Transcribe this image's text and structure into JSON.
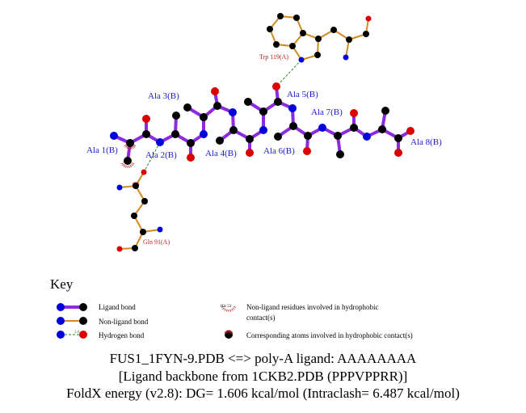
{
  "ligand_residues": [
    "Ala 1(B)",
    "Ala 2(B)",
    "Ala 3(B)",
    "Ala 4(B)",
    "Ala 5(B)",
    "Ala 6(B)",
    "Ala 7(B)",
    "Ala 8(B)"
  ],
  "nonligand_residues": [
    "Trp 119(A)",
    "Gln 91(A)"
  ],
  "key": {
    "title": "Key",
    "ligand_bond": "Ligand bond",
    "nonligand_bond": "Non-ligand bond",
    "hydrogen_bond": "Hydrogen bond",
    "hbond_sample_distance": "3.0",
    "hydrophobic_sample_residue": "His 53",
    "hydrophobic_residues": "Non-ligand residues involved in hydrophobic",
    "hydrophobic_residues_2": "contact(s)",
    "hydrophobic_atoms": "Corresponding atoms involved in hydrophobic contact(s)"
  },
  "footer": {
    "line1": "FUS1_1FYN-9.PDB <=> poly-A ligand: AAAAAAAA",
    "line2": "[Ligand backbone from 1CKB2.PDB (PPPVPPRR)]",
    "line3": "FoldX energy (v2.8): DG= 1.606 kcal/mol (Intraclash= 6.487 kcal/mol)"
  },
  "colors": {
    "ligand_bond": "#8a2be2",
    "nonligand_bond": "#d08a20",
    "carbon": "#000000",
    "nitrogen": "#0000dd",
    "oxygen": "#dd0000",
    "hbond": "#2a8a2a",
    "hydrophobic": "#c02020"
  }
}
